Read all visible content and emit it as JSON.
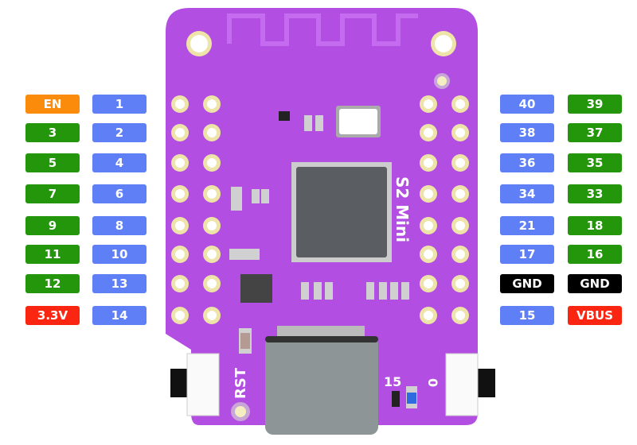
{
  "board": {
    "silkscreen": {
      "model": "S2 Mini",
      "reset": "RST",
      "gpio15": "15",
      "gpio0": "0"
    },
    "colors": {
      "pcb": "#b24fe2",
      "gpio": "#5f7ff7",
      "adc": "#23960c",
      "enable": "#fb8b0b",
      "power": "#fb2612",
      "ground": "#000000"
    }
  },
  "left_pins": [
    {
      "outer": {
        "label": "EN",
        "type": "orange"
      },
      "inner": {
        "label": "1",
        "type": "blue"
      }
    },
    {
      "outer": {
        "label": "3",
        "type": "green"
      },
      "inner": {
        "label": "2",
        "type": "blue"
      }
    },
    {
      "outer": {
        "label": "5",
        "type": "green"
      },
      "inner": {
        "label": "4",
        "type": "blue"
      }
    },
    {
      "outer": {
        "label": "7",
        "type": "green"
      },
      "inner": {
        "label": "6",
        "type": "blue"
      }
    },
    {
      "outer": {
        "label": "9",
        "type": "green"
      },
      "inner": {
        "label": "8",
        "type": "blue"
      }
    },
    {
      "outer": {
        "label": "11",
        "type": "green"
      },
      "inner": {
        "label": "10",
        "type": "blue"
      }
    },
    {
      "outer": {
        "label": "12",
        "type": "green"
      },
      "inner": {
        "label": "13",
        "type": "blue"
      }
    },
    {
      "outer": {
        "label": "3.3V",
        "type": "red"
      },
      "inner": {
        "label": "14",
        "type": "blue"
      }
    }
  ],
  "right_pins": [
    {
      "inner": {
        "label": "40",
        "type": "blue"
      },
      "outer": {
        "label": "39",
        "type": "green"
      }
    },
    {
      "inner": {
        "label": "38",
        "type": "blue"
      },
      "outer": {
        "label": "37",
        "type": "green"
      }
    },
    {
      "inner": {
        "label": "36",
        "type": "blue"
      },
      "outer": {
        "label": "35",
        "type": "green"
      }
    },
    {
      "inner": {
        "label": "34",
        "type": "blue"
      },
      "outer": {
        "label": "33",
        "type": "green"
      }
    },
    {
      "inner": {
        "label": "21",
        "type": "blue"
      },
      "outer": {
        "label": "18",
        "type": "green"
      }
    },
    {
      "inner": {
        "label": "17",
        "type": "blue"
      },
      "outer": {
        "label": "16",
        "type": "green"
      }
    },
    {
      "inner": {
        "label": "GND",
        "type": "black"
      },
      "outer": {
        "label": "GND",
        "type": "black"
      }
    },
    {
      "inner": {
        "label": "15",
        "type": "blue"
      },
      "outer": {
        "label": "VBUS",
        "type": "red"
      }
    }
  ]
}
